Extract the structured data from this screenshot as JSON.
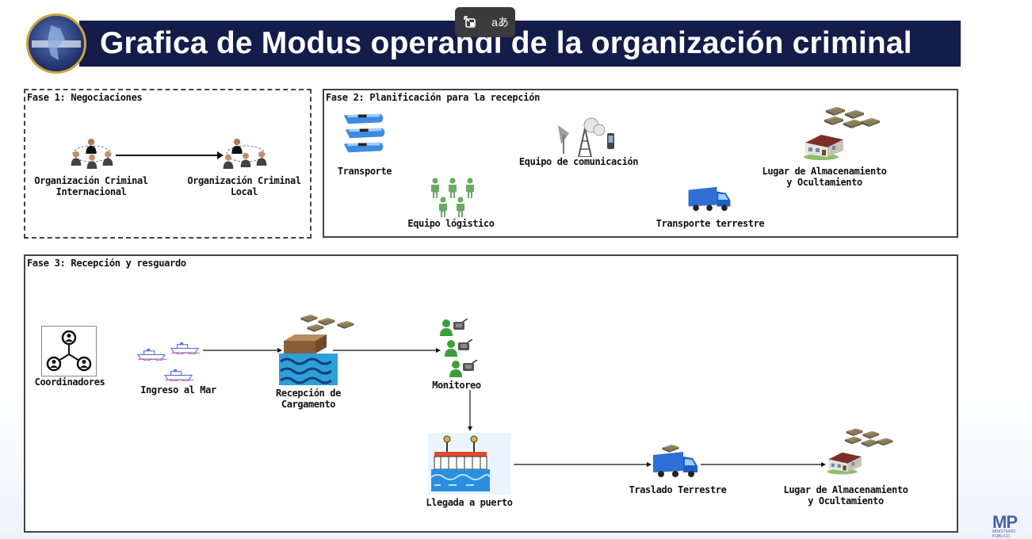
{
  "title": "Grafica de Modus operandi de la organización criminal",
  "toolbar": {
    "icons": [
      "screen-copy-icon",
      "translate-icon"
    ],
    "translate_glyph": "aあ"
  },
  "phase1": {
    "label": "Fase 1: Negociaciones",
    "left_node": [
      "Organización Criminal",
      "Internacional"
    ],
    "right_node": [
      "Organización Criminal",
      "Local"
    ]
  },
  "phase2": {
    "label": "Fase 2: Planificación para la recepción",
    "items": {
      "transporte": "Transporte",
      "equipo_comunicacion": "Equipo de comunicación",
      "almacenamiento": [
        "Lugar de Almacenamiento",
        "y Ocultamiento"
      ],
      "equipo_logistico": "Equipo lógistico",
      "transporte_terrestre": "Transporte terrestre"
    }
  },
  "phase3": {
    "label": "Fase 3: Recepción y resguardo",
    "nodes": {
      "coordinadores": "Coordinadores",
      "ingreso": "Ingreso al Mar",
      "recepcion": [
        "Recepción de",
        "Cargamento"
      ],
      "monitoreo": "Monitoreo",
      "llegada": "Llegada a puerto",
      "traslado": "Traslado Terrestre",
      "almacenamiento": [
        "Lugar de Almacenamiento",
        "y Ocultamiento"
      ]
    }
  },
  "logo": {
    "text": "MP",
    "subtext": "MINISTERIO PÚBLICO"
  },
  "colors": {
    "title_bg": "#141c4a",
    "accent_blue": "#2f6fd6",
    "person_green": "#5fa35a",
    "package_brown": "#7a6a4a"
  }
}
